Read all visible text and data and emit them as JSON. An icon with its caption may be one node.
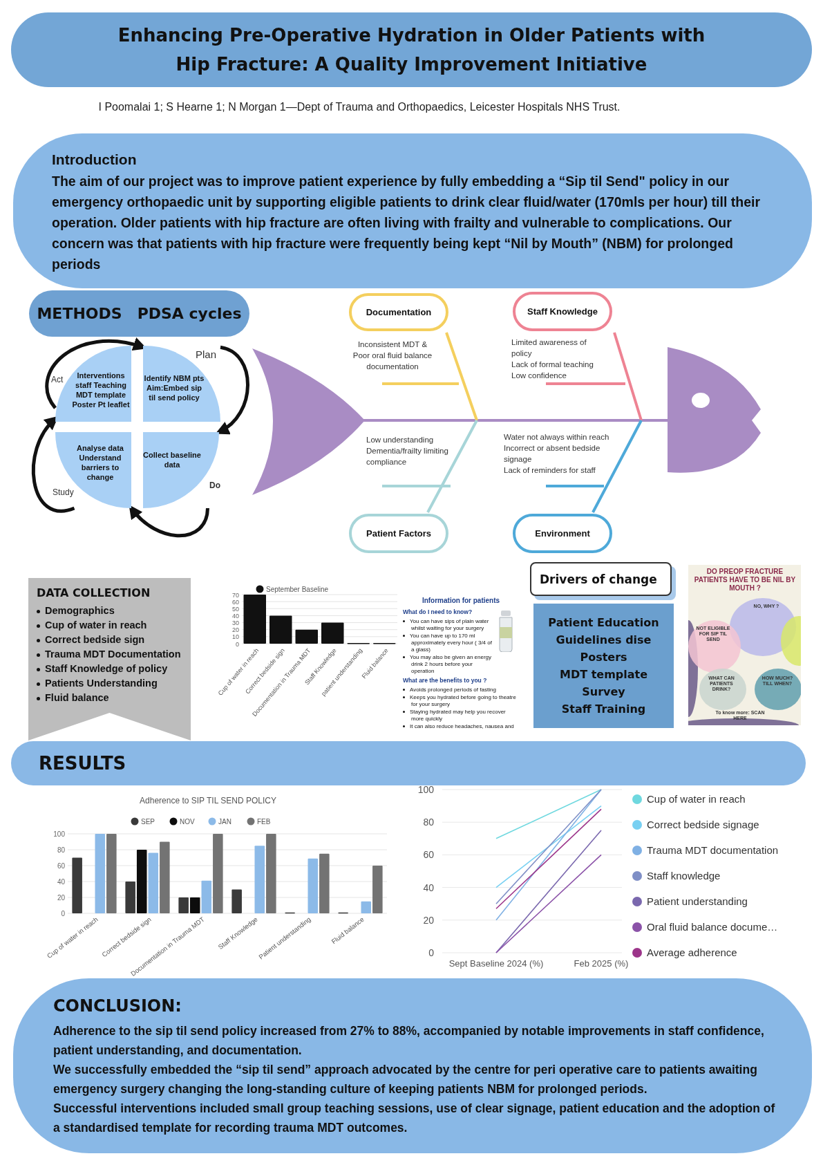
{
  "diagram": {
    "title": "Enhancing Pre-Operative Hydration in Older Patients with Hip Fracture: A Quality Improvement Initiative",
    "nodes": [
      {
        "text": [
          "Introduction",
          "The aim of our project was to improve patient experience by fully embedding a “Sip til Send\" policy in our emergency orthopaedic unit by supporting eligible patients to drink clear fluid/water (170mls per hour) till their operation. Older patients with hip fracture are often living with frailty and vulnerable to complications. Our concern was that patients with hip fracture were frequently being kept “Nil by Mouth” (NBM) for prolonged periods"
        ]
      },
      {
        "text": [
          "METHODS",
          "PDSA cycles"
        ]
      },
      {
        "text": [
          "Act",
          "Interventions staff Teaching MDT template Poster Pt leaflet"
        ]
      },
      {
        "text": [
          "Plan",
          "Identify NBM pts Aim:Embed sip til send policy"
        ]
      },
      {
        "text": [
          "Study",
          "Analyse data Understand barriers to change"
        ]
      },
      {
        "text": [
          "Do",
          "Collect baseline data"
        ]
      },
      {
        "text": [
          "Documentation"
        ],
        "beside": [
          "Inconsistent MDT & Poor oral fluid balance documentation"
        ]
      },
      {
        "text": [
          "Staff Knowledge"
        ],
        "beside": [
          "Limited awareness of policy",
          "Lack of formal teaching",
          "Low confidence"
        ]
      },
      {
        "text": [
          "Patient Factors"
        ],
        "beside": [
          "Low understanding",
          "Dementia/frailty limiting compliance"
        ]
      },
      {
        "text": [
          "Environment"
        ],
        "beside": [
          "Water not always within reach",
          "Incorrect or absent bedside signage",
          "Lack of reminders for staff"
        ]
      },
      {
        "text": [
          "DATA COLLECTION",
          "Demographics",
          "Cup of water in reach",
          "Correct bedside sign",
          "Trauma MDT Documentation",
          "Staff Knowledge of policy",
          "Patients Understanding",
          "Fluid balance"
        ]
      },
      {
        "text": [
          "Information for patients",
          "What do I need to know?",
          "You can have sips of plain water whilst waiting for your surgery",
          "You can have up to 170 ml approximately every hour ( 3/4 of a glass)",
          "You may also be given an energy drink 2 hours before your operation",
          "What are the benefits to you ?",
          "Avoids prolonged periods of fasting",
          "Keeps you hydrated before going to theatre for your surgery",
          "Staying hydrated may help you recover more quickly",
          "It can also reduce headaches, nausea and anxiety"
        ]
      },
      {
        "text": [
          "Drivers of change"
        ]
      },
      {
        "text": [
          "Patient Education",
          "Guidelines dise",
          "Posters",
          "MDT template",
          "Survey",
          "Staff Training"
        ]
      },
      {
        "text": [
          "DO PREOP FRACTURE PATIENTS HAVE TO BE NIL BY MOUTH ?",
          "NO, WHY ?",
          "NOT ELIGIBLE FOR SIP TIL SEND",
          "WHAT CAN PATIENTS DRINK?",
          "HOW MUCH? TILL WHEN?",
          "To know more: SCAN HERE"
        ]
      },
      {
        "text": [
          "RESULTS"
        ]
      },
      {
        "text": [
          "CONCLUSION:",
          "Adherence to the sip til send policy increased from 27% to 88%, accompanied by notable improvements in staff confidence, patient understanding, and documentation.",
          "We successfully embedded the “sip til send” approach advocated by the centre for peri operative care to patients awaiting emergency surgery changing the long-standing culture of keeping patients NBM for prolonged periods.",
          "Successful interventions included small group teaching sessions, use of clear signage, patient education and the adoption of a standardised template for recording trauma MDT outcomes."
        ]
      }
    ],
    "edges": [
      {
        "from": 2,
        "to": 3,
        "arrow": "to"
      },
      {
        "from": 3,
        "to": 5,
        "arrow": "to"
      },
      {
        "from": 5,
        "to": 4,
        "arrow": "to"
      },
      {
        "from": 4,
        "to": 2,
        "arrow": "to"
      }
    ],
    "labels": [
      "I Poomalai 1; S Hearne 1; N Morgan 1—Dept of Trauma and Orthopaedics, Leicester Hospitals NHS Trust."
    ],
    "chart_data": [
      {
        "type": "bar",
        "categories": [
          "Cup of water in reach",
          "Correct bedside sign",
          "Documentation in Trauma MDT",
          "Staff Knowledge",
          "patient understanding",
          "Fluid balance"
        ],
        "grid": true,
        "legend": "top",
        "ylim": [
          0,
          70
        ],
        "yticks": [
          0,
          10,
          20,
          30,
          40,
          50,
          60,
          70
        ],
        "series": [
          {
            "name": "September Baseline",
            "color": "#111111",
            "values": [
              70,
              40,
              20,
              30,
              1,
              1
            ]
          }
        ]
      },
      {
        "type": "bar",
        "title": "Adherence to SIP TIL SEND POLICY",
        "categories": [
          "Cup of water in reach",
          "Correct bedside sign",
          "Documentation in Trauma MDT",
          "Staff Knowledge",
          "Patient understanding",
          "Fluid balance"
        ],
        "grid": true,
        "legend": "top",
        "ylim": [
          0,
          100
        ],
        "yticks": [
          0,
          20,
          40,
          60,
          80,
          100
        ],
        "series": [
          {
            "name": "SEP",
            "color": "#3a3a3a",
            "values": [
              70,
              40,
              20,
              30,
              1,
              1
            ]
          },
          {
            "name": "NOV",
            "color": "#0d0d0d",
            "values": [
              null,
              80,
              20,
              null,
              null,
              null
            ]
          },
          {
            "name": "JAN",
            "color": "#8cbae8",
            "values": [
              100,
              76,
              41,
              85,
              69,
              15
            ]
          },
          {
            "name": "FEB",
            "color": "#737373",
            "values": [
              100,
              90,
              100,
              100,
              75,
              60
            ]
          }
        ]
      },
      {
        "type": "line",
        "x": [
          "Sept Baseline 2024 (%)",
          "Feb 2025 (%)"
        ],
        "grid": true,
        "legend": "right",
        "ylim": [
          0,
          100
        ],
        "yticks": [
          0,
          20,
          40,
          60,
          80,
          100
        ],
        "series": [
          {
            "name": "Cup of water in reach",
            "color": "#6fd8df",
            "values": [
              70,
              100
            ]
          },
          {
            "name": "Correct bedside signage",
            "color": "#78d0f2",
            "values": [
              40,
              90
            ]
          },
          {
            "name": "Trauma MDT documentation",
            "color": "#7fb0e4",
            "values": [
              20,
              100
            ]
          },
          {
            "name": "Staff knowledge",
            "color": "#7f8fc6",
            "values": [
              30,
              100
            ]
          },
          {
            "name": "Patient understanding",
            "color": "#7a68ae",
            "values": [
              0,
              75
            ]
          },
          {
            "name": "Oral fluid balance docume…",
            "color": "#8b52a8",
            "values": [
              0,
              60
            ]
          },
          {
            "name": "Average adherence",
            "color": "#9c358a",
            "values": [
              27,
              88
            ]
          }
        ]
      }
    ]
  }
}
